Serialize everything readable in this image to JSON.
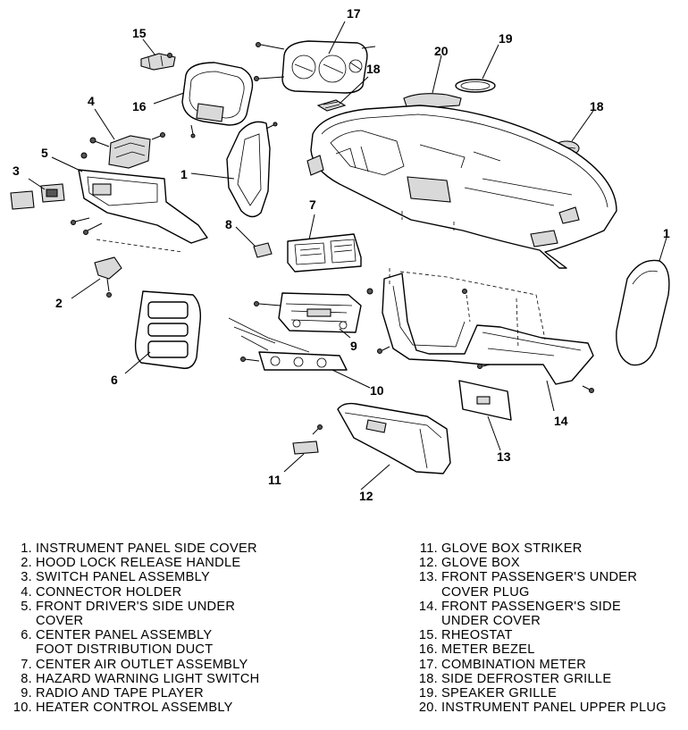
{
  "callouts": [
    "17",
    "15",
    "20",
    "19",
    "18",
    "16",
    "4",
    "18",
    "5",
    "3",
    "1",
    "7",
    "1",
    "8",
    "2",
    "6",
    "9",
    "10",
    "14",
    "13",
    "11",
    "12"
  ],
  "legend": {
    "left": [
      {
        "num": "1.",
        "text": "INSTRUMENT PANEL SIDE COVER"
      },
      {
        "num": "2.",
        "text": "HOOD LOCK RELEASE HANDLE"
      },
      {
        "num": "3.",
        "text": "SWITCH PANEL ASSEMBLY"
      },
      {
        "num": "4.",
        "text": "CONNECTOR HOLDER"
      },
      {
        "num": "5.",
        "text": "FRONT DRIVER'S SIDE UNDER\nCOVER"
      },
      {
        "num": "6.",
        "text": "CENTER PANEL ASSEMBLY\nFOOT DISTRIBUTION DUCT"
      },
      {
        "num": "7.",
        "text": "CENTER AIR OUTLET ASSEMBLY"
      },
      {
        "num": "8.",
        "text": "HAZARD WARNING LIGHT SWITCH"
      },
      {
        "num": "9.",
        "text": "RADIO AND TAPE PLAYER"
      },
      {
        "num": "10.",
        "text": "HEATER CONTROL ASSEMBLY"
      }
    ],
    "right": [
      {
        "num": "11.",
        "text": "GLOVE BOX STRIKER"
      },
      {
        "num": "12.",
        "text": "GLOVE BOX"
      },
      {
        "num": "13.",
        "text": "FRONT PASSENGER'S UNDER\nCOVER PLUG"
      },
      {
        "num": "14.",
        "text": "FRONT PASSENGER'S SIDE\nUNDER COVER"
      },
      {
        "num": "15.",
        "text": "RHEOSTAT"
      },
      {
        "num": "16.",
        "text": "METER BEZEL"
      },
      {
        "num": "17.",
        "text": "COMBINATION METER"
      },
      {
        "num": "18.",
        "text": "SIDE DEFROSTER GRILLE"
      },
      {
        "num": "19.",
        "text": "SPEAKER GRILLE"
      },
      {
        "num": "20.",
        "text": "INSTRUMENT PANEL UPPER PLUG"
      }
    ]
  }
}
